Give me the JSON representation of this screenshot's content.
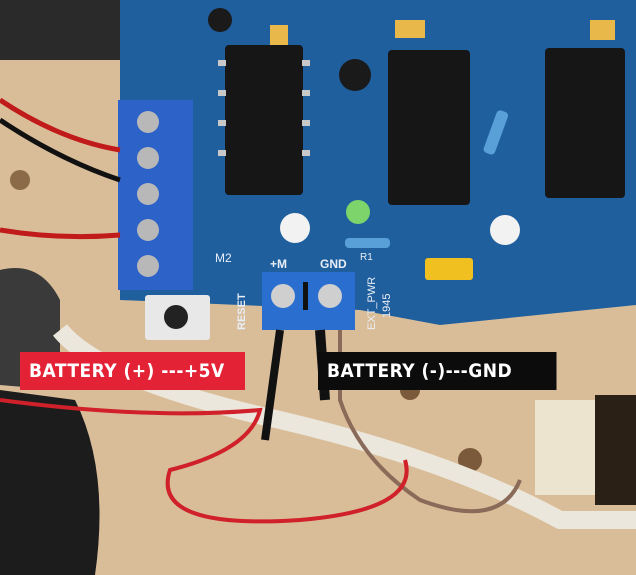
{
  "annotations": {
    "positive_label": "BATTERY (+) ---+5V",
    "negative_label": "BATTERY (-)---GND"
  },
  "board_silkscreen": {
    "plus_m": "+M",
    "gnd": "GND",
    "r1": "R1",
    "m2": "M2",
    "reset": "RESET",
    "ext_pwr": "EXT_PWR",
    "year": "1945"
  },
  "colors": {
    "positive_label_bg": "#e42235",
    "negative_label_bg": "#0c0c0c",
    "board": "#1f5f9e",
    "terminal": "#2a6fd0"
  }
}
